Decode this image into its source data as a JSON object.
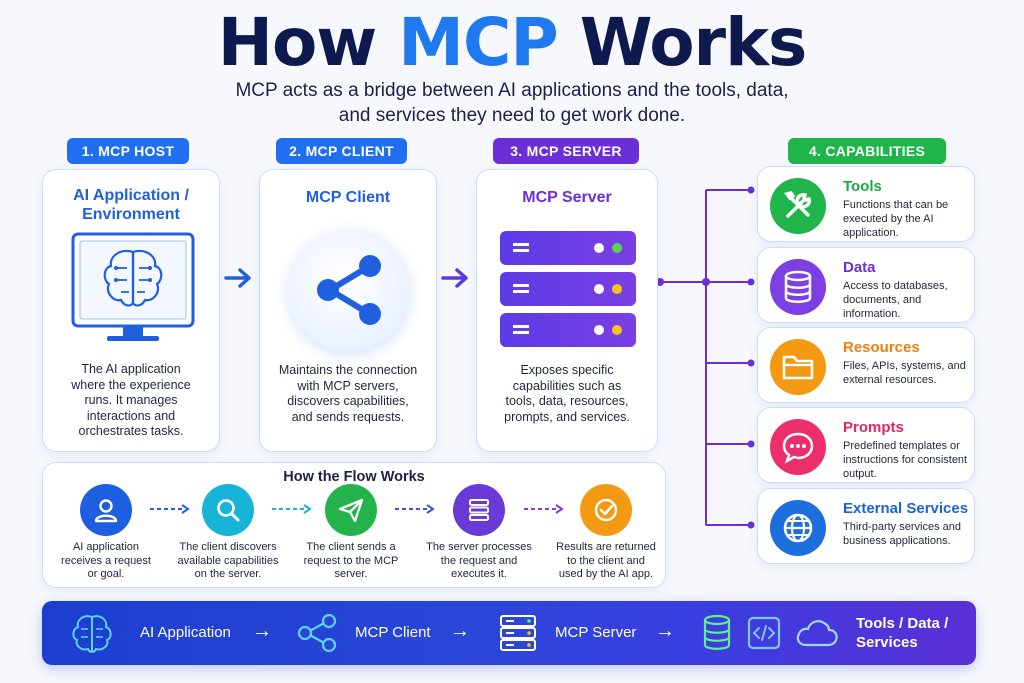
{
  "title": {
    "part1": "How",
    "accent": "MCP",
    "part2": "Works"
  },
  "subtitle": {
    "line1": "MCP acts as a bridge between AI applications and the tools, data,",
    "line2": "and services they need to get work done."
  },
  "colors": {
    "blue": "#1f6ff0",
    "purple": "#6b2fd8",
    "green": "#1fb54a",
    "orange": "#f3a01a",
    "pink": "#ec2f6b",
    "navy": "#0e1a4d"
  },
  "sections": [
    {
      "pill": "1. MCP HOST",
      "title_line1": "AI Application /",
      "title_line2": "Environment",
      "icon": "brain-monitor-icon",
      "desc": [
        "The AI application",
        "where the experience",
        "runs. It manages",
        "interactions and",
        "orchestrates tasks."
      ]
    },
    {
      "pill": "2. MCP CLIENT",
      "title_line1": "MCP Client",
      "icon": "share-icon",
      "desc": [
        "Maintains the connection",
        "with MCP servers,",
        "discovers capabilities,",
        "and sends requests."
      ]
    },
    {
      "pill": "3. MCP SERVER",
      "title_line1": "MCP Server",
      "icon": "server-stack-icon",
      "desc": [
        "Exposes specific",
        "capabilities such as",
        "tools, data, resources,",
        "prompts, and services."
      ]
    }
  ],
  "capabilities": {
    "pill": "4. CAPABILITIES",
    "items": [
      {
        "title": "Tools",
        "desc": "Functions that can be executed by the AI application.",
        "icon": "wrench-screwdriver-icon",
        "color": "#1fb54a"
      },
      {
        "title": "Data",
        "desc": "Access to databases, documents, and information.",
        "icon": "database-icon",
        "color": "#7b3fe4"
      },
      {
        "title": "Resources",
        "desc": "Files, APIs, systems, and external resources.",
        "icon": "folder-icon",
        "color": "#f39a12"
      },
      {
        "title": "Prompts",
        "desc": "Predefined templates or instructions for consistent output.",
        "icon": "chat-bubble-icon",
        "color": "#ec2f6b"
      },
      {
        "title": "External Services",
        "desc": "Third-party services and business applications.",
        "icon": "globe-icon",
        "color": "#1d6fe0"
      }
    ]
  },
  "flow": {
    "title": "How the Flow Works",
    "steps": [
      {
        "text": [
          "AI application",
          "receives a request",
          "or goal."
        ],
        "icon": "user-icon",
        "color": "#1d5fe0"
      },
      {
        "text": [
          "The client discovers",
          "available capabilities",
          "on the server."
        ],
        "icon": "magnifier-icon",
        "color": "#17b4d8"
      },
      {
        "text": [
          "The client sends a",
          "request to the MCP",
          "server."
        ],
        "icon": "paper-plane-icon",
        "color": "#24b24a"
      },
      {
        "text": [
          "The server processes",
          "the request and",
          "executes it."
        ],
        "icon": "layers-icon",
        "color": "#6a3ad8"
      },
      {
        "text": [
          "Results are returned",
          "to the client and",
          "used by the AI app."
        ],
        "icon": "check-circle-icon",
        "color": "#f39a12"
      }
    ]
  },
  "bottom_bar": {
    "labels": [
      "AI Application",
      "MCP Client",
      "MCP Server"
    ],
    "final_line1": "Tools / Data /",
    "final_line2": "Services"
  }
}
